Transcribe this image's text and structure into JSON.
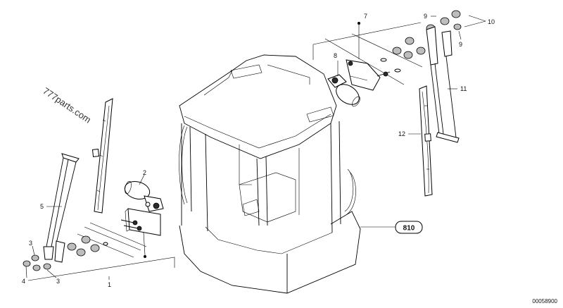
{
  "watermark": "777parts.com",
  "part_number": "00058900",
  "reference_label": "810",
  "callouts": {
    "c1": "1",
    "c2": "2",
    "c3a": "3",
    "c3b": "3",
    "c4": "4",
    "c5": "5",
    "c7": "7",
    "c8": "8",
    "c9a": "9",
    "c9b": "9",
    "c10": "10",
    "c11": "11",
    "c12": "12"
  }
}
